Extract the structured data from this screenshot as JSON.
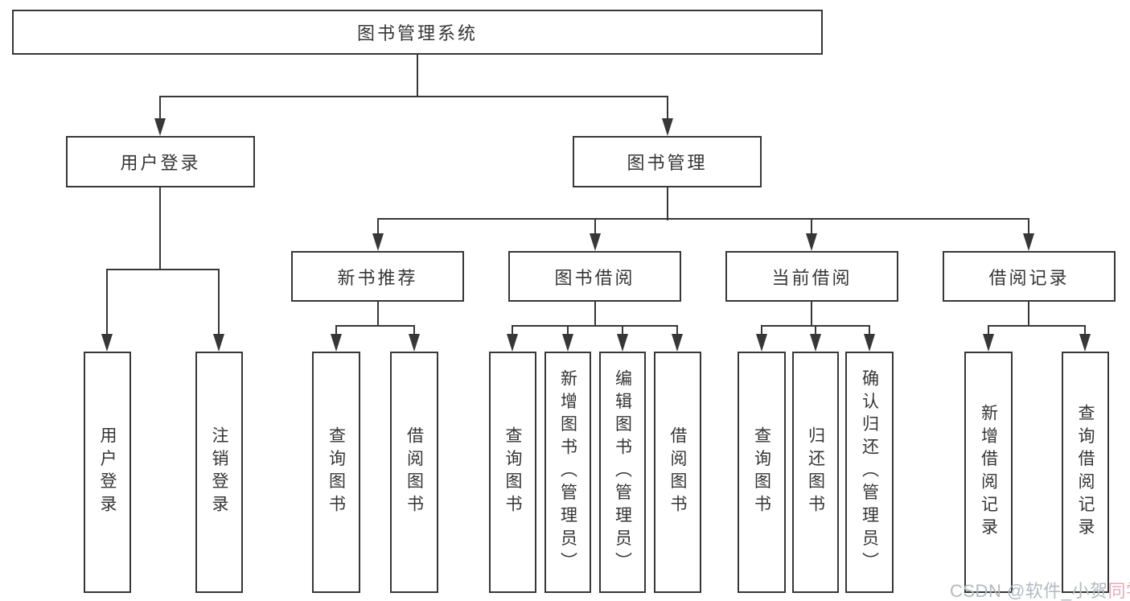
{
  "diagram": {
    "root": {
      "label": "图书管理系统"
    },
    "branches": [
      {
        "label": "用户登录",
        "children": [
          {
            "label": "用户登录"
          },
          {
            "label": "注销登录"
          }
        ]
      },
      {
        "label": "图书管理",
        "children": [
          {
            "label": "新书推荐",
            "children": [
              {
                "label": "查询图书"
              },
              {
                "label": "借阅图书"
              }
            ]
          },
          {
            "label": "图书借阅",
            "children": [
              {
                "label": "查询图书"
              },
              {
                "label": "新增图书（管理员）"
              },
              {
                "label": "编辑图书（管理员）"
              },
              {
                "label": "借阅图书"
              }
            ]
          },
          {
            "label": "当前借阅",
            "children": [
              {
                "label": "查询图书"
              },
              {
                "label": "归还图书"
              },
              {
                "label": "确认归还（管理员）"
              }
            ]
          },
          {
            "label": "借阅记录",
            "children": [
              {
                "label": "新增借阅记录"
              },
              {
                "label": "查询借阅记录"
              }
            ]
          }
        ]
      }
    ]
  },
  "watermark": {
    "text": "CSDN @软件_小贺同学",
    "gray_part": "CSDN @软件_小贺",
    "pink_part": "同学"
  },
  "colors": {
    "line": "#373737",
    "box_border": "#373737",
    "box_fill": "#ffffff",
    "text": "#353535",
    "background": "#ffffff",
    "watermark_gray": "#b4b8c0",
    "watermark_pink": "#e9aab5"
  }
}
